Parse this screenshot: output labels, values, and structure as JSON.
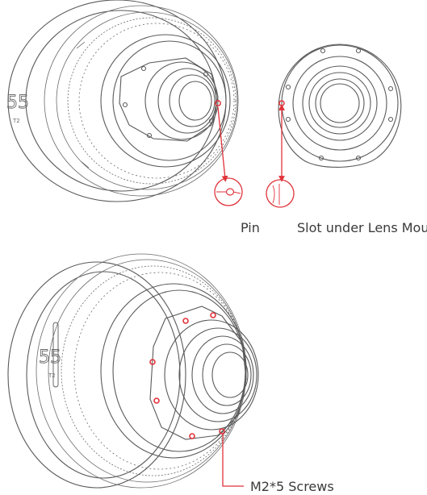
{
  "labels": {
    "pin": "Pin",
    "slot": "Slot under Lens Mount",
    "screws": "M2*5 Screws"
  },
  "lens_markings": {
    "focal_top": "55",
    "focal_bottom": "55",
    "aperture_top": "T2",
    "aperture_bottom": "T2"
  },
  "colors": {
    "line": "#5a5a5a",
    "accent": "#e0333a",
    "text": "#3a3a3a"
  }
}
